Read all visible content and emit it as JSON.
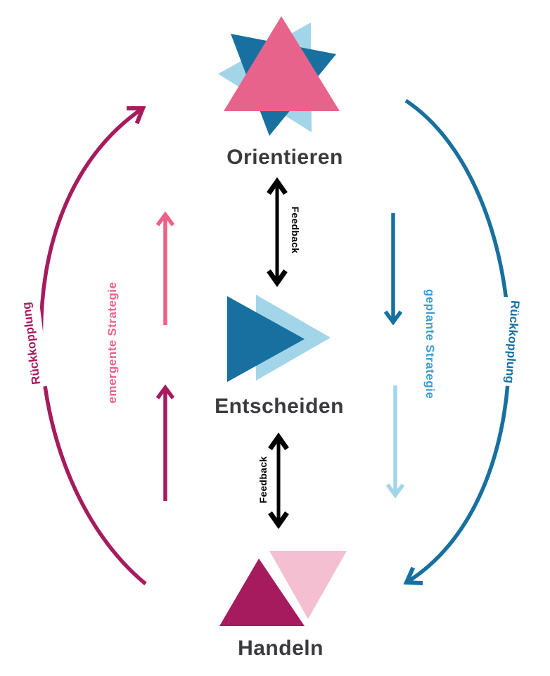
{
  "diagram": {
    "title": "OODA-style strategy loop diagram",
    "nodes": [
      {
        "id": "orientieren",
        "label": "Orientieren",
        "icon": "star-of-triangles"
      },
      {
        "id": "entscheiden",
        "label": "Entscheiden",
        "icon": "double-play-triangles"
      },
      {
        "id": "handeln",
        "label": "Handeln",
        "icon": "up-down-triangles"
      }
    ],
    "labels": {
      "feedback_top": "Feedback",
      "feedback_bottom": "Feedback",
      "emergente": "emergente Strategie",
      "geplante": "geplante Strategie",
      "rueckkopplung_left": "Rückkopplung",
      "rueckkopplung_right": "Rückkopplung"
    },
    "arrows": [
      {
        "name": "feedback-orientieren-entscheiden",
        "type": "double-headed",
        "color": "#000000",
        "direction": "vertical"
      },
      {
        "name": "feedback-entscheiden-handeln",
        "type": "double-headed",
        "color": "#000000",
        "direction": "vertical"
      },
      {
        "name": "emergente-strategie-upper",
        "type": "single",
        "color": "#ec6186",
        "direction": "up"
      },
      {
        "name": "emergente-strategie-lower",
        "type": "single",
        "color": "#a61b5e",
        "direction": "up"
      },
      {
        "name": "geplante-strategie-upper",
        "type": "single",
        "color": "#17709f",
        "direction": "down"
      },
      {
        "name": "geplante-strategie-lower",
        "type": "single",
        "color": "#a3d5e9",
        "direction": "down"
      },
      {
        "name": "rueckkopplung-left-curve",
        "type": "curved",
        "color": "#a61b5e",
        "direction": "up"
      },
      {
        "name": "rueckkopplung-right-curve",
        "type": "curved",
        "color": "#17709f",
        "direction": "down"
      }
    ],
    "colors": {
      "pink": "#e8638b",
      "magenta": "#a61b5e",
      "dark_blue": "#17709f",
      "light_blue": "#a3d5e9",
      "pale_pink": "#f4bfd0",
      "text_blue": "#3e9ccf",
      "text_pink": "#ec6186",
      "label_dark": "#3a3a3e",
      "arrow_black": "#000000",
      "background": "#ffffff"
    }
  }
}
